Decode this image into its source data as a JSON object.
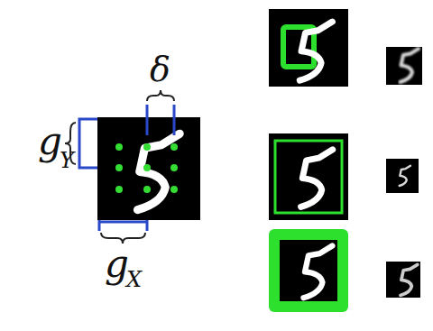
{
  "diagram": {
    "labels": [
      "δ",
      "g",
      "Y",
      "g",
      "X"
    ]
  }
}
